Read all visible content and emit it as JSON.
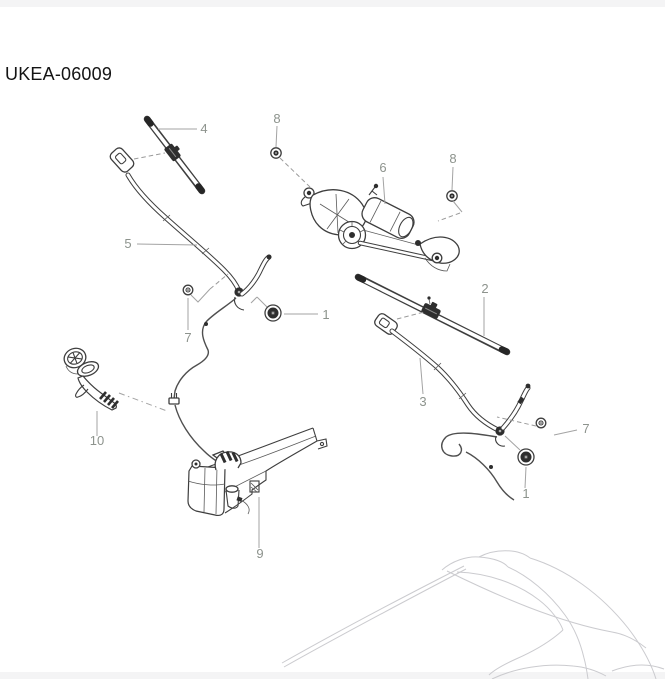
{
  "page": {
    "title": "UKEA-06009"
  },
  "diagram": {
    "type": "exploded-parts-line-drawing",
    "callouts": [
      {
        "label": "4"
      },
      {
        "label": "8"
      },
      {
        "label": "6"
      },
      {
        "label": "8"
      },
      {
        "label": "5"
      },
      {
        "label": "2"
      },
      {
        "label": "7"
      },
      {
        "label": "1"
      },
      {
        "label": "3"
      },
      {
        "label": "10"
      },
      {
        "label": "7"
      },
      {
        "label": "1"
      },
      {
        "label": "9"
      }
    ],
    "colors": {
      "part_line": "#3e3e3e",
      "callout_text": "#8d938d",
      "leader_line": "#a3a3a3",
      "ghost_body": "#cbcbcf",
      "title_text": "#141414",
      "edge_bar": "#f4f4f5",
      "background": "#ffffff"
    }
  }
}
